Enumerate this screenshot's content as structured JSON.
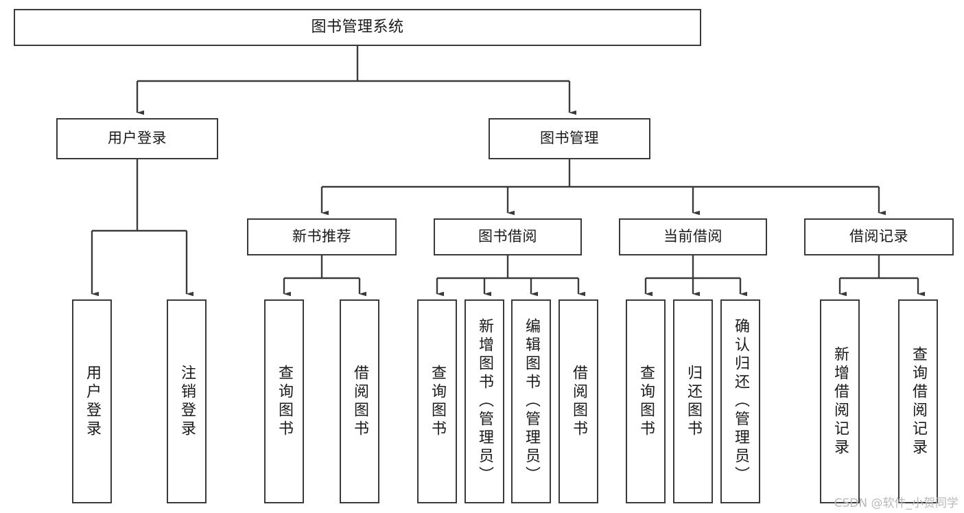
{
  "diagram": {
    "title": "图书管理系统",
    "type": "tree-hierarchy-chart",
    "orientation": "top-down",
    "colors": {
      "box_border": "#3a3a3a",
      "box_fill": "#ffffff",
      "edge": "#3a3a3a",
      "text": "#1a1a1a",
      "watermark": "#b9b9b9",
      "background": "#ffffff"
    },
    "watermark": "CSDN @软件_小贺同学",
    "nodes": {
      "root": {
        "label": "图书管理系统"
      },
      "level1": [
        {
          "id": "user-login",
          "label": "用户登录"
        },
        {
          "id": "book-management",
          "label": "图书管理"
        }
      ],
      "level2": [
        {
          "id": "new-book-recommend",
          "label": "新书推荐"
        },
        {
          "id": "book-borrow",
          "label": "图书借阅"
        },
        {
          "id": "current-borrow",
          "label": "当前借阅"
        },
        {
          "id": "borrow-record",
          "label": "借阅记录"
        }
      ],
      "leaves": {
        "user-login": [
          {
            "id": "leaf-user-login",
            "label": "用户登录"
          },
          {
            "id": "leaf-logout-login",
            "label": "注销登录"
          }
        ],
        "new-book-recommend": [
          {
            "id": "leaf-query-book-1",
            "label": "查询图书"
          },
          {
            "id": "leaf-borrow-book-1",
            "label": "借阅图书"
          }
        ],
        "book-borrow": [
          {
            "id": "leaf-query-book-2",
            "label": "查询图书"
          },
          {
            "id": "leaf-add-book-admin",
            "label": "新增图书（管理员）"
          },
          {
            "id": "leaf-edit-book-admin",
            "label": "编辑图书（管理员）"
          },
          {
            "id": "leaf-borrow-book-2",
            "label": "借阅图书"
          }
        ],
        "current-borrow": [
          {
            "id": "leaf-query-book-3",
            "label": "查询图书"
          },
          {
            "id": "leaf-return-book",
            "label": "归还图书"
          },
          {
            "id": "leaf-confirm-return-admin",
            "label": "确认归还（管理员）"
          }
        ],
        "borrow-record": [
          {
            "id": "leaf-add-borrow-record",
            "label": "新增借阅记录"
          },
          {
            "id": "leaf-query-borrow-record",
            "label": "查询借阅记录"
          }
        ]
      }
    }
  }
}
